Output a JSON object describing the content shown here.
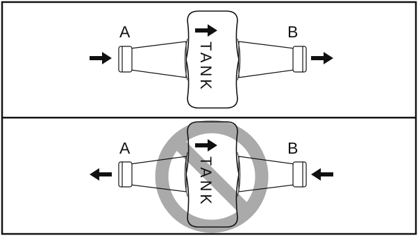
{
  "panels": [
    {
      "id": "correct",
      "inlet_label": "A",
      "outlet_label": "B",
      "tank_label": "TANK",
      "flow": "A-to-B",
      "prohibited": false
    },
    {
      "id": "incorrect",
      "inlet_label": "A",
      "outlet_label": "B",
      "tank_label": "TANK",
      "flow": "B-to-A",
      "prohibited": true
    }
  ],
  "colors": {
    "outline": "#111111",
    "tank_fill": "#ffffff",
    "prohibition_sign": "#aaaaaa",
    "frame": "#111111"
  }
}
